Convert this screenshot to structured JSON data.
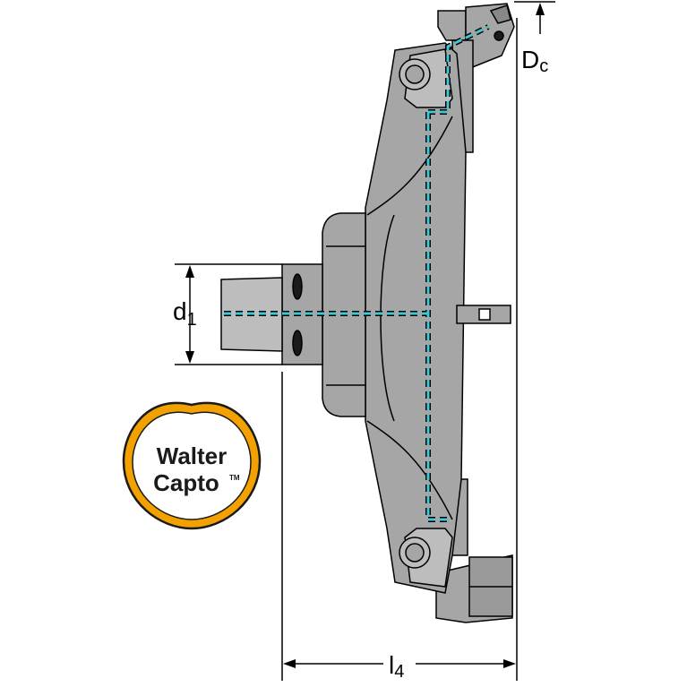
{
  "labels": {
    "dc_main": "D",
    "dc_sub": "c",
    "d1_main": "d",
    "d1_sub": "1",
    "l4_main": "l",
    "l4_sub": "4"
  },
  "logo": {
    "line1": "Walter",
    "line2": "Capto",
    "trademark": "TM"
  },
  "colors": {
    "body": "#a6a6a6",
    "body_light": "#bdbdbd",
    "outline": "#000000",
    "coolant": "#3fc7d6",
    "logo_orange": "#f2a100"
  }
}
